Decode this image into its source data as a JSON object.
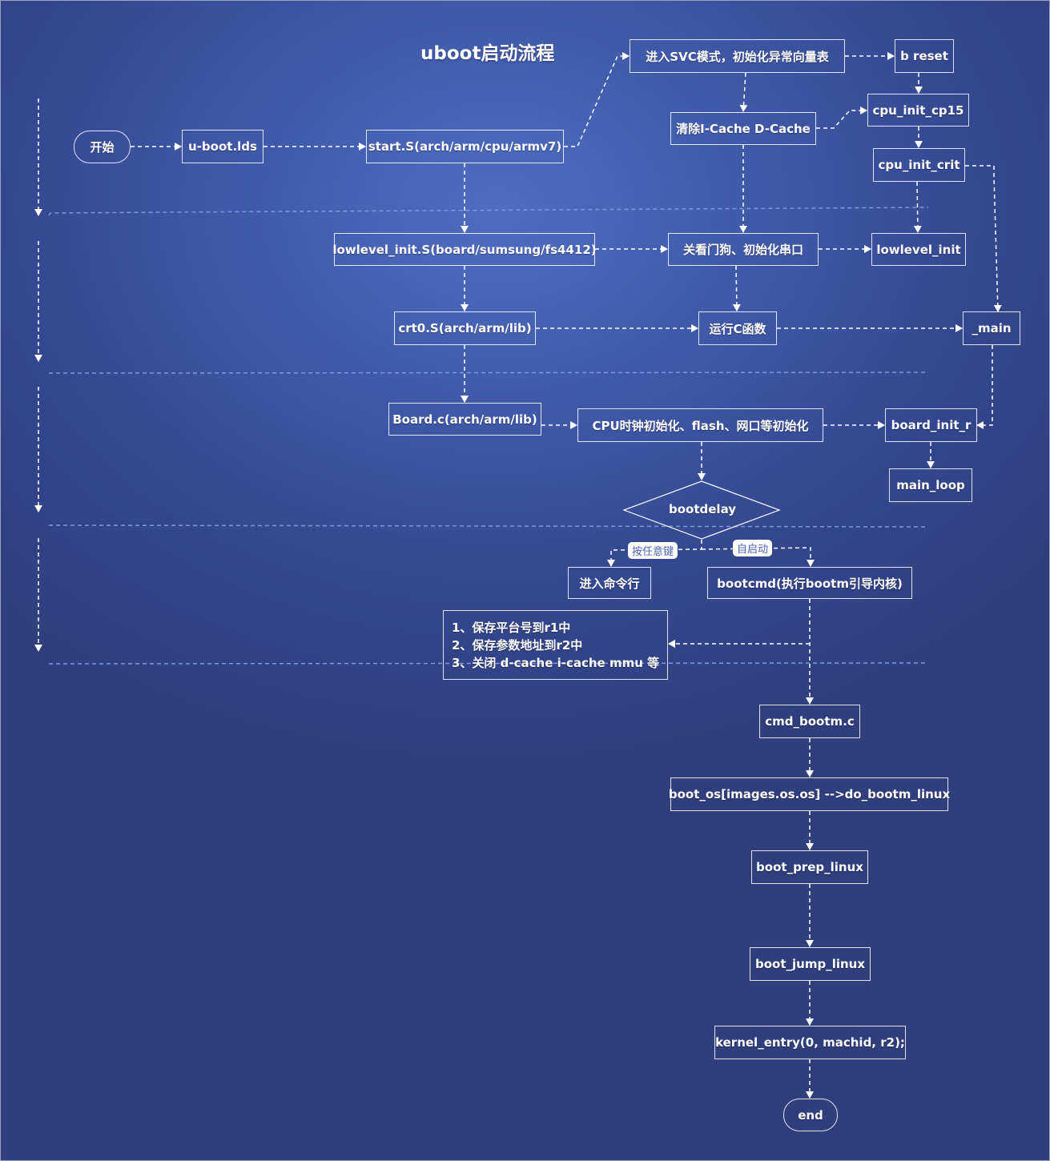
{
  "title": "uboot启动流程",
  "nodes": {
    "start": "开始",
    "uboot_lds": "u-boot.lds",
    "start_s": "start.S(arch/arm/cpu/armv7)",
    "svc": "进入SVC模式，初始化异常向量表",
    "b_reset": "b reset",
    "cpu_init_cp15": "cpu_init_cp15",
    "clear_cache": "清除I-Cache D-Cache",
    "cpu_init_crit": "cpu_init_crit",
    "lowlevel_init_s": "lowlevel_init.S(board/sumsung/fs4412)",
    "watchdog": "关看门狗、初始化串口",
    "lowlevel_init": "lowlevel_init",
    "crt0": "crt0.S(arch/arm/lib)",
    "run_c": "运行C函数",
    "main": "_main",
    "board_c": "Board.c(arch/arm/lib)",
    "cpu_clock": "CPU时钟初始化、flash、网口等初始化",
    "board_init_r": "board_init_r",
    "main_loop": "main_loop",
    "bootdelay": "bootdelay",
    "cmdline": "进入命令行",
    "bootcmd": "bootcmd(执行bootm引导内核)",
    "cmd_bootm": "cmd_bootm.c",
    "boot_os": "boot_os[images.os.os] -->do_bootm_linux",
    "boot_prep": "boot_prep_linux",
    "boot_jump": "boot_jump_linux",
    "kernel_entry": "kernel_entry(0, machid, r2);",
    "end": "end"
  },
  "edge_labels": {
    "any_key": "按任意键",
    "auto_start": "自启动"
  },
  "notes": [
    "1、保存平台号到r1中",
    "2、保存参数地址到r2中",
    "3、关闭 d-cache  i-cache  mmu 等"
  ],
  "colors": {
    "line": "#ffffff",
    "separator": "#7d97e3",
    "label_text": "#4a64b3"
  }
}
